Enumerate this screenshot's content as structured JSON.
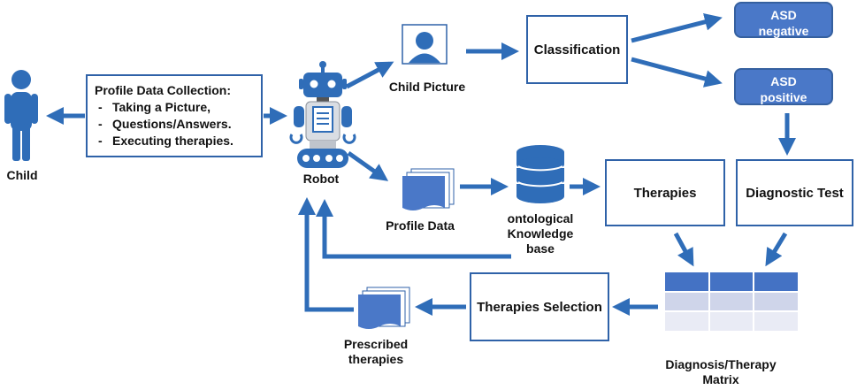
{
  "nodes": {
    "child": "Child",
    "profile_collection": {
      "title": "Profile Data Collection:",
      "items": [
        "Taking a Picture,",
        "Questions/Answers.",
        "Executing therapies."
      ]
    },
    "robot": "Robot",
    "child_picture": "Child Picture",
    "classification": "Classification",
    "asd_negative": [
      "ASD",
      "negative"
    ],
    "asd_positive": [
      "ASD",
      "positive"
    ],
    "profile_data": "Profile Data",
    "knowledge_base": [
      "ontological",
      "Knowledge",
      "base"
    ],
    "therapies": "Therapies",
    "diagnostic_test": "Diagnostic Test",
    "therapies_selection": "Therapies Selection",
    "prescribed_therapies": [
      "Prescribed",
      "therapies"
    ],
    "matrix": [
      "Diagnosis/Therapy",
      "Matrix"
    ]
  },
  "colors": {
    "arrow": "#2f6db8",
    "box_border": "#2f62a8",
    "pill": "#4a78c8",
    "matrix_header": "#4472c4"
  },
  "icons": [
    "person-icon",
    "robot-icon",
    "photo-person-icon",
    "document-stack-icon",
    "database-icon",
    "table-icon"
  ]
}
